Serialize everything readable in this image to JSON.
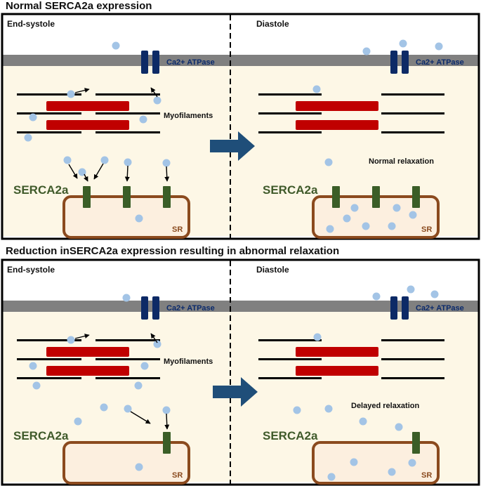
{
  "figure": {
    "panels": [
      {
        "title": "Normal SERCA2a expression",
        "left": {
          "phase_label": "End-systole",
          "pump_label": "Ca2+ ATPase",
          "myofilament_label": "Myofilaments",
          "serca_label": "SERCA2a",
          "sr_label": "SR",
          "serca_count": 3
        },
        "right": {
          "phase_label": "Diastole",
          "pump_label": "Ca2+ ATPase",
          "relaxation_label": "Normal relaxation",
          "serca_label": "SERCA2a",
          "sr_label": "SR",
          "serca_count": 3
        }
      },
      {
        "title": "Reduction inSERCA2a expression resulting in abnormal relaxation",
        "left": {
          "phase_label": "End-systole",
          "pump_label": "Ca2+ ATPase",
          "myofilament_label": "Myofilaments",
          "serca_label": "SERCA2a",
          "sr_label": "SR",
          "serca_count": 1
        },
        "right": {
          "phase_label": "Diastole",
          "pump_label": "Ca2+ ATPase",
          "relaxation_label": "Delayed relaxation",
          "serca_label": "SERCA2a",
          "sr_label": "SR",
          "serca_count": 1
        }
      }
    ],
    "colors": {
      "membrane": "#808080",
      "cytoplasm": "#fdf7e6",
      "pump": "#0d2a66",
      "actin_bar": "#c00000",
      "myosin_line": "#000000",
      "serca": "#3b5e27",
      "sr_border": "#8b4a1e",
      "sr_fill": "#fcefdf",
      "calcium": "#a3c4e6",
      "transition_arrow": "#1f4e79"
    }
  }
}
